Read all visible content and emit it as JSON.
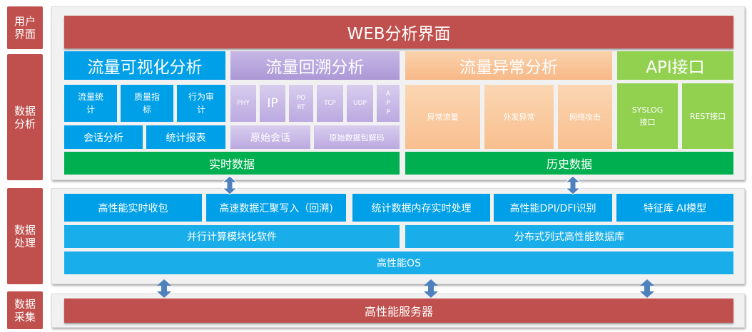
{
  "layers": {
    "ui": "用户界面",
    "analysis": "数据分析",
    "processing": "数据处理",
    "collection": "数据采集"
  },
  "web_ui": "WEB分析界面",
  "analysis": {
    "traffic_visual": {
      "title": "流量可视化分析",
      "items": [
        "流量统计",
        "质量指标",
        "行为审计",
        "会话分析",
        "统计报表"
      ]
    },
    "traffic_trace": {
      "title": "流量回溯分析",
      "protocols": [
        "PHY",
        "IP",
        "PORT",
        "TCP",
        "UDP",
        "APP"
      ],
      "items": [
        "原始会话",
        "原始数据包解码"
      ]
    },
    "traffic_anomaly": {
      "title": "流量异常分析",
      "items": [
        "异常流量",
        "外发异常",
        "网络攻击"
      ]
    },
    "api": {
      "title": "API接口",
      "items": [
        "SYSLOG接口",
        "REST接口"
      ]
    },
    "realtime_data": "实时数据",
    "history_data": "历史数据"
  },
  "processing": {
    "row1": [
      "高性能实时收包",
      "高速数据汇聚写入（回溯)",
      "统计数据内存实时处理",
      "高性能DPI/DFI识别",
      "特征库 AI模型"
    ],
    "parallel": "并行计算模块化软件",
    "distributed_db": "分布式列式高性能数据库",
    "os": "高性能OS"
  },
  "collection": {
    "server": "高性能服务器"
  },
  "colors": {
    "red": "#c0504d",
    "blue": "#00a0e9",
    "purple": "#b4a2dc",
    "orange": "#f8c08f",
    "light_green": "#92d050",
    "green": "#00b050",
    "arrow": "#4f81bd"
  }
}
